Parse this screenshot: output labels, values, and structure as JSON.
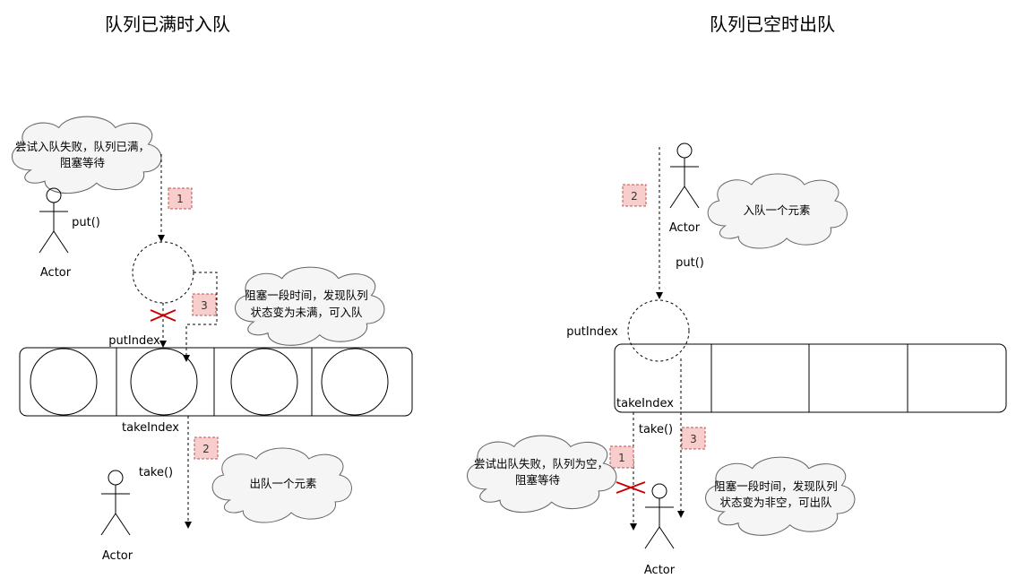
{
  "left": {
    "title": "队列已满时入队",
    "cloud_blocked": [
      "尝试入队失败，队列已满，",
      "阻塞等待"
    ],
    "actor_top_label": "Actor",
    "put_label": "put()",
    "step1": "1",
    "step3": "3",
    "cloud_wakeup": [
      "阻塞一段时间，发现队列",
      "状态变为未满，可入队"
    ],
    "put_index_label": "putIndex",
    "take_index_label": "takeIndex",
    "step2": "2",
    "take_label": "take()",
    "cloud_dequeue": "出队一个元素",
    "actor_bottom_label": "Actor"
  },
  "right": {
    "title": "队列已空时出队",
    "step2": "2",
    "actor_top_label": "Actor",
    "cloud_enqueue": "入队一个元素",
    "put_label": "put()",
    "put_index_label": "putIndex",
    "take_index_label": "takeIndex",
    "take_label": "take()",
    "step3": "3",
    "step1": "1",
    "cloud_blocked": [
      "尝试出队失败，队列为空，",
      "阻塞等待"
    ],
    "cloud_wakeup": [
      "阻塞一段时间，发现队列",
      "状态变为非空，可出队"
    ],
    "actor_bottom_label": "Actor"
  }
}
